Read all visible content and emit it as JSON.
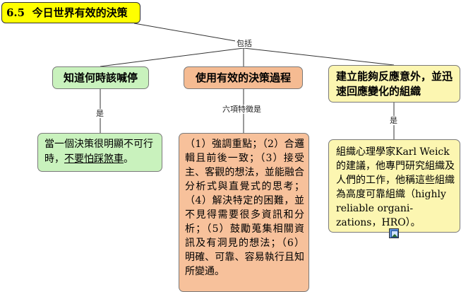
{
  "title": {
    "number": "6.5",
    "text": "今日世界有效的決策"
  },
  "link_labels": {
    "includes": "包括",
    "is_left": "是",
    "six_features": "六項特徵是",
    "is_right": "是"
  },
  "branches": [
    {
      "heading": "知道何時該喊停",
      "body_plain": "當一個決策很明顯不可行時，",
      "body_underlined": "不要怕踩煞車",
      "body_end": "。"
    },
    {
      "heading": "使用有效的決策過程",
      "body": "（1）強調重點；（2）合邏輯且前後一致；（3）接受主、客觀的想法，並能融合分析式與直覺式的思考；（4）解決特定的困難，並不見得需要很多資訊和分析；（5）鼓勵蒐集相關資訊及有洞見的想法；（6）明確、可靠、容易執行且知所變通。"
    },
    {
      "heading": "建立能夠反應意外，並迅速回應變化的組織",
      "body": "組織心理學家Karl Weick的建議，他專門研究組織及人們的工作，他稱這些組織為高度可靠組織（highly reliable organi-zations，HRO）。",
      "icon": "picture-icon"
    }
  ],
  "colors": {
    "title_bg": "#ffff00",
    "green": "#c9f2bd",
    "orange": "#f5bb92",
    "yellow": "#fcf6b1",
    "line": "#333333"
  }
}
